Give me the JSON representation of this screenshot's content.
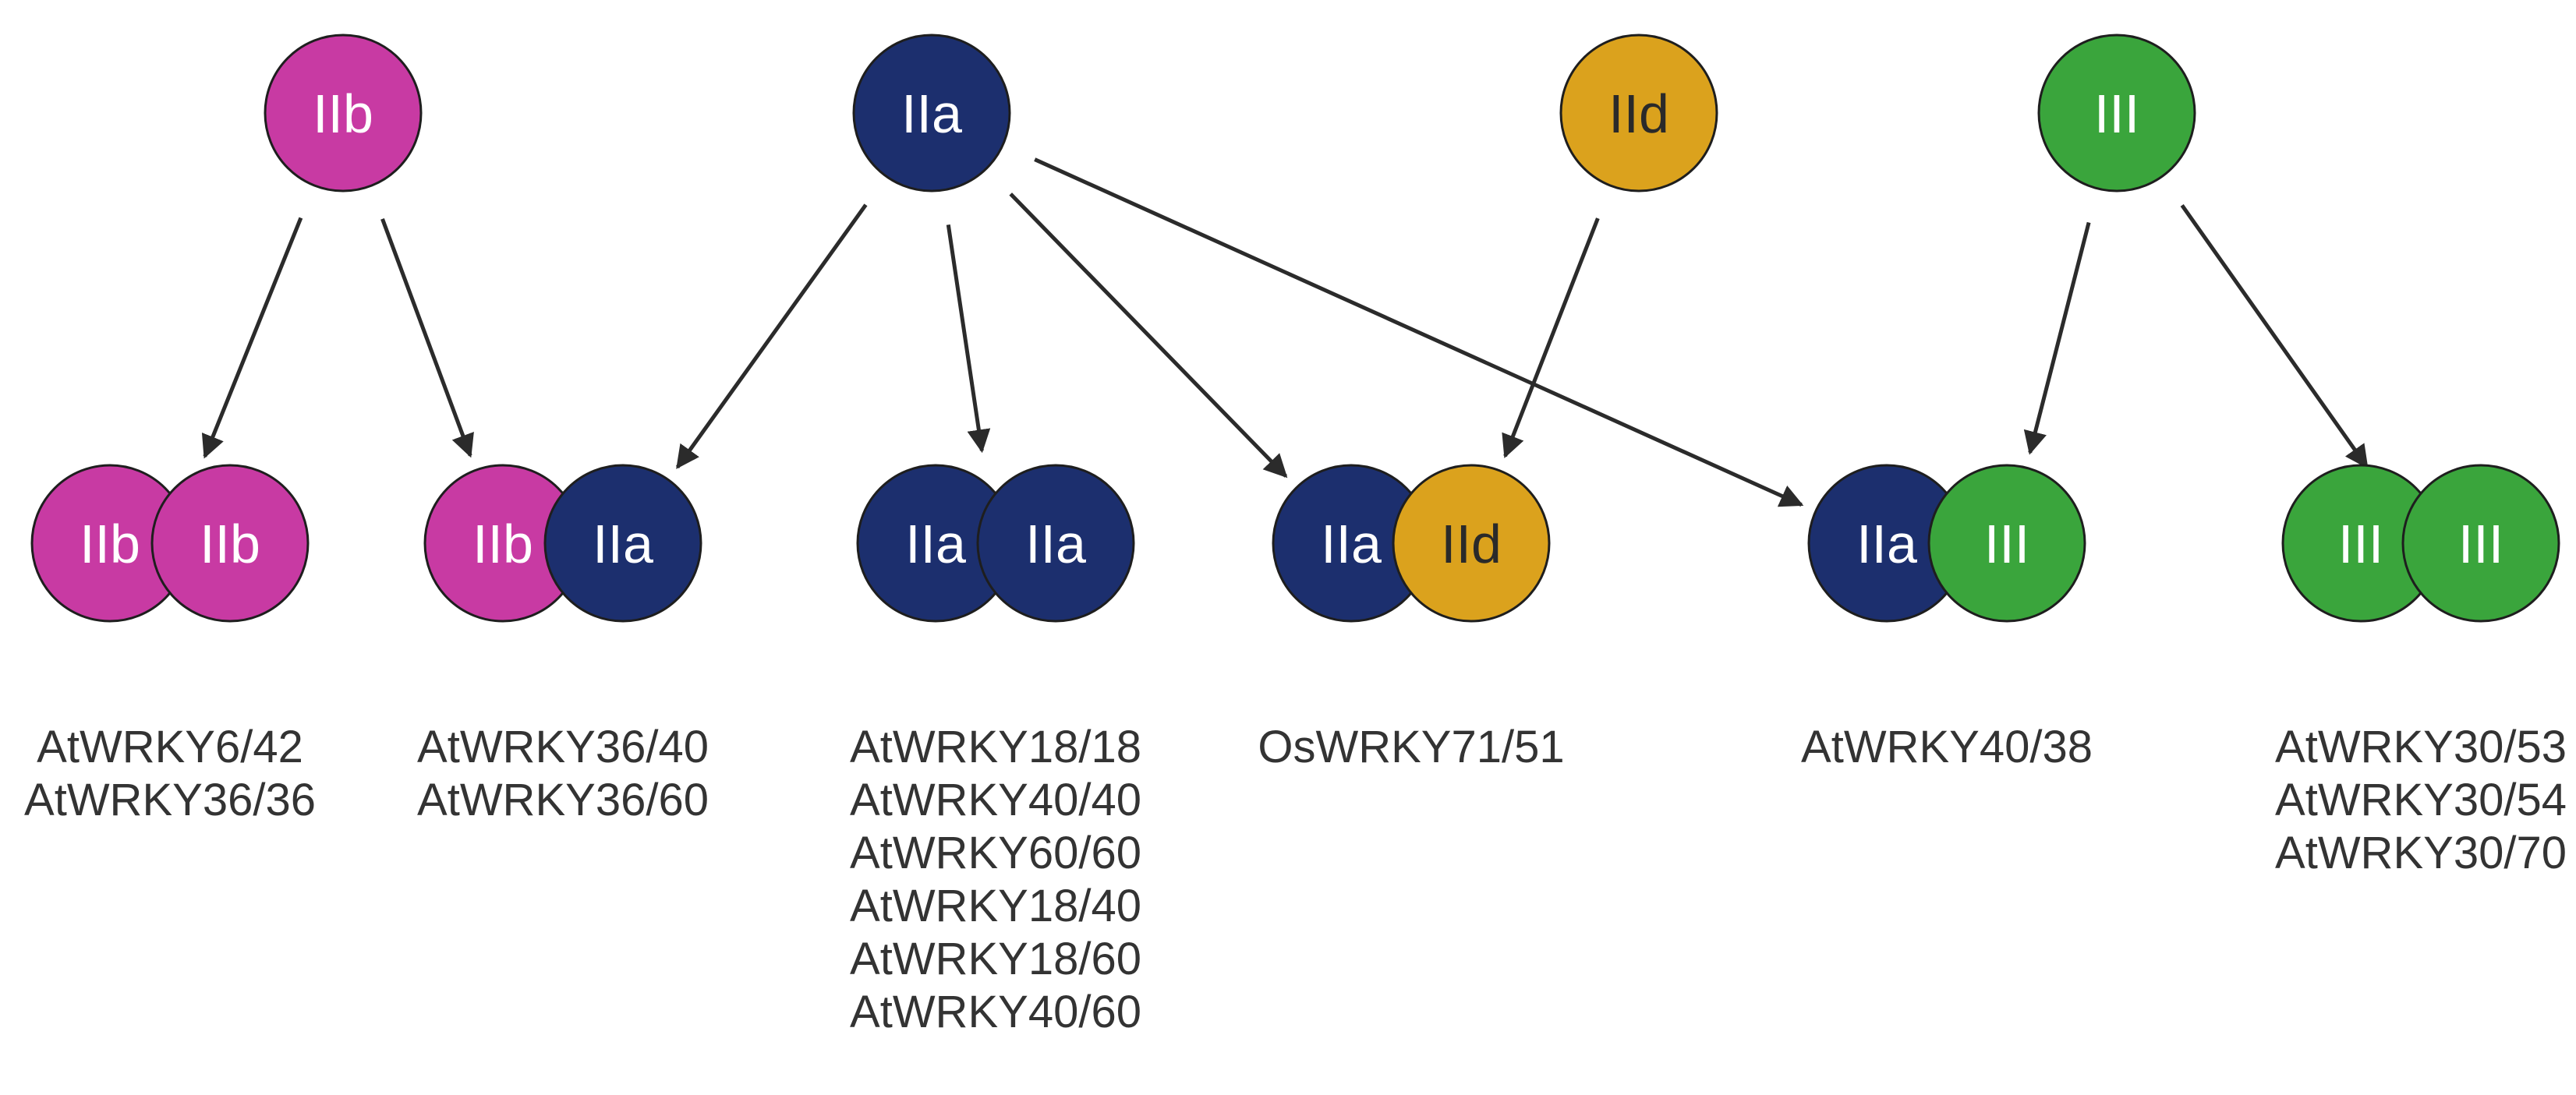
{
  "colors": {
    "IIb": "#c83aa3",
    "IIa": "#1c2f6e",
    "IId": "#dba21d",
    "III": "#3aa53c"
  },
  "groups": [
    {
      "id": "IIb",
      "label": "IIb"
    },
    {
      "id": "IIa",
      "label": "IIa"
    },
    {
      "id": "IId",
      "label": "IId"
    },
    {
      "id": "III",
      "label": "III"
    }
  ],
  "dimers": [
    {
      "left": "IIb",
      "right": "IIb",
      "pairs": [
        "AtWRKY6/42",
        "AtWRKY36/36"
      ]
    },
    {
      "left": "IIb",
      "right": "IIa",
      "pairs": [
        "AtWRKY36/40",
        "AtWRKY36/60"
      ]
    },
    {
      "left": "IIa",
      "right": "IIa",
      "pairs": [
        "AtWRKY18/18",
        "AtWRKY40/40",
        "AtWRKY60/60",
        "AtWRKY18/40",
        "AtWRKY18/60",
        "AtWRKY40/60"
      ]
    },
    {
      "left": "IIa",
      "right": "IId",
      "pairs": [
        "OsWRKY71/51"
      ]
    },
    {
      "left": "IIa",
      "right": "III",
      "pairs": [
        "AtWRKY40/38"
      ]
    },
    {
      "left": "III",
      "right": "III",
      "pairs": [
        "AtWRKY30/53",
        "AtWRKY30/54",
        "AtWRKY30/70"
      ]
    }
  ],
  "connections": [
    {
      "from": "IIb",
      "to_dimer": 0
    },
    {
      "from": "IIb",
      "to_dimer": 1
    },
    {
      "from": "IIa",
      "to_dimer": 1
    },
    {
      "from": "IIa",
      "to_dimer": 2
    },
    {
      "from": "IIa",
      "to_dimer": 3
    },
    {
      "from": "IIa",
      "to_dimer": 4
    },
    {
      "from": "IId",
      "to_dimer": 3
    },
    {
      "from": "III",
      "to_dimer": 4
    },
    {
      "from": "III",
      "to_dimer": 5
    }
  ]
}
